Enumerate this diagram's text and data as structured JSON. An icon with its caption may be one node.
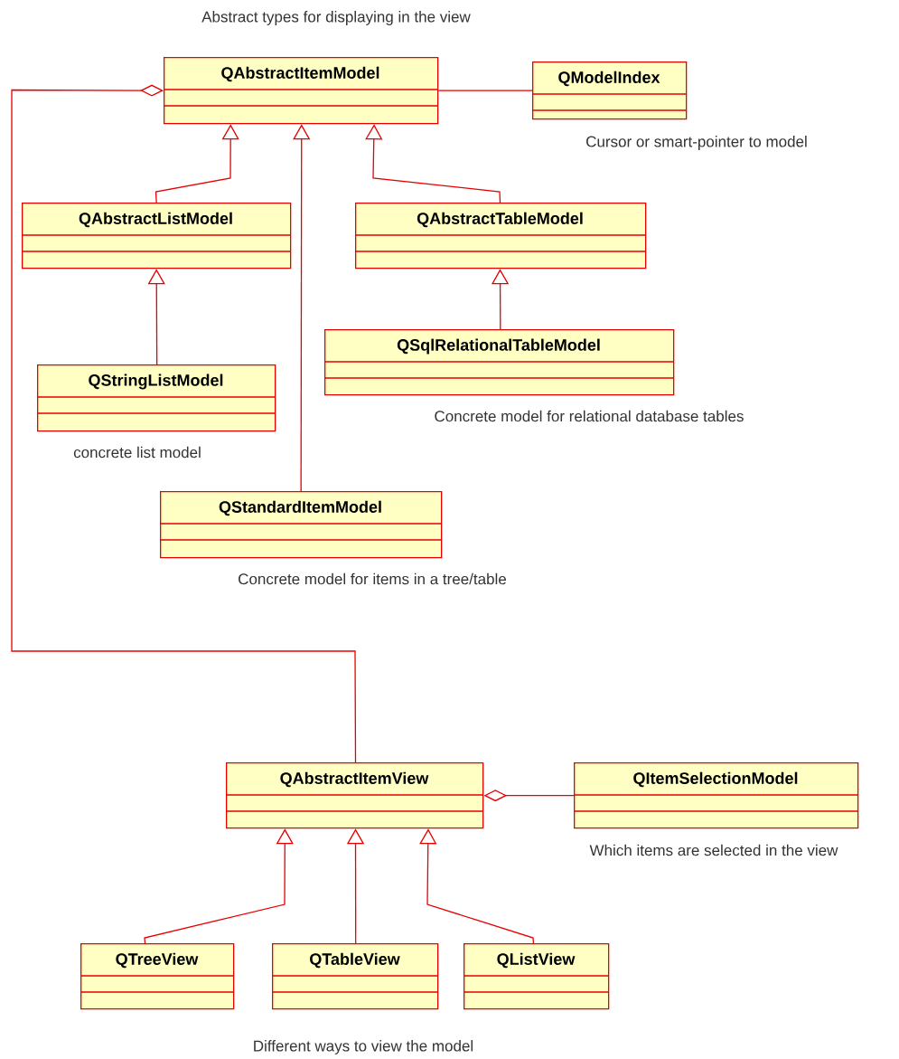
{
  "diagram": {
    "nodes": [
      {
        "text": [
          "QAbstractItemModel"
        ],
        "beside": [
          "Abstract types for displaying in the view"
        ]
      },
      {
        "text": [
          "QModelIndex"
        ],
        "beside": [
          "Cursor or smart-pointer to model"
        ]
      },
      {
        "text": [
          "QAbstractListModel"
        ]
      },
      {
        "text": [
          "QAbstractTableModel"
        ]
      },
      {
        "text": [
          "QStringListModel"
        ],
        "beside": [
          "concrete list model"
        ]
      },
      {
        "text": [
          "QSqlRelationalTableModel"
        ],
        "beside": [
          "Concrete model for relational database tables"
        ]
      },
      {
        "text": [
          "QStandardItemModel"
        ],
        "beside": [
          "Concrete model for items in a tree/table"
        ]
      },
      {
        "text": [
          "QAbstractItemView"
        ]
      },
      {
        "text": [
          "QItemSelectionModel"
        ],
        "beside": [
          "Which items are selected in the view"
        ]
      },
      {
        "text": [
          "QTreeView"
        ]
      },
      {
        "text": [
          "QTableView"
        ]
      },
      {
        "text": [
          "QListView"
        ]
      }
    ],
    "edges": [
      {
        "from": 0,
        "to": 1,
        "arrow": "none"
      },
      {
        "from": 2,
        "to": 0,
        "arrow": "to"
      },
      {
        "from": 6,
        "to": 0,
        "arrow": "to"
      },
      {
        "from": 3,
        "to": 0,
        "arrow": "to"
      },
      {
        "from": 4,
        "to": 2,
        "arrow": "to"
      },
      {
        "from": 5,
        "to": 3,
        "arrow": "to"
      },
      {
        "from": 7,
        "to": 0,
        "arrow": "other"
      },
      {
        "from": 8,
        "to": 7,
        "arrow": "other"
      },
      {
        "from": 9,
        "to": 7,
        "arrow": "to"
      },
      {
        "from": 10,
        "to": 7,
        "arrow": "to"
      },
      {
        "from": 11,
        "to": 7,
        "arrow": "to"
      }
    ],
    "labels": [
      "Different ways to view the model"
    ]
  }
}
